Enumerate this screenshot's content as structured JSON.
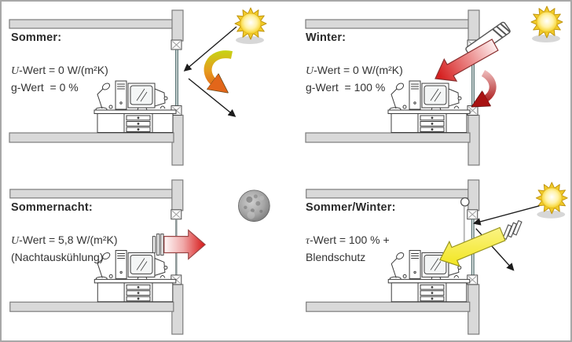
{
  "panels": [
    {
      "id": "sommer",
      "title": "Sommer:",
      "sym": "U",
      "rest": "-Wert = 0 W/(m²K)",
      "line2": "g-Wert  = 0 %",
      "celestial": "sun"
    },
    {
      "id": "winter",
      "title": "Winter:",
      "sym": "U",
      "rest": "-Wert = 0 W/(m²K)",
      "line2": "g-Wert  = 100 %",
      "celestial": "sun"
    },
    {
      "id": "sommernacht",
      "title": "Sommernacht:",
      "sym": "U",
      "rest": "-Wert = 5,8 W/(m²K)",
      "line2": "(Nachtauskühlung)",
      "celestial": "moon"
    },
    {
      "id": "sommer-winter",
      "title": "Sommer/Winter:",
      "sym": "τ",
      "rest": "-Wert = 100 % +",
      "line2": "Blendschutz",
      "celestial": "sun"
    }
  ],
  "icons": {
    "sun": {
      "name": "sun-icon",
      "color": "#f1ca28"
    },
    "moon": {
      "name": "moon-icon",
      "color": "#9a9a9a"
    },
    "reflection_arrow": {
      "colors": [
        "#c6d414",
        "#e2661a"
      ]
    },
    "heat_gain_arrow": {
      "colors": [
        "#fdeeee",
        "#d62020"
      ]
    },
    "heat_loss_arrow": {
      "colors": [
        "#ffffff",
        "#d81c1c"
      ]
    },
    "daylight_arrow": {
      "colors": [
        "#fbf48c",
        "#f2e518"
      ]
    }
  }
}
